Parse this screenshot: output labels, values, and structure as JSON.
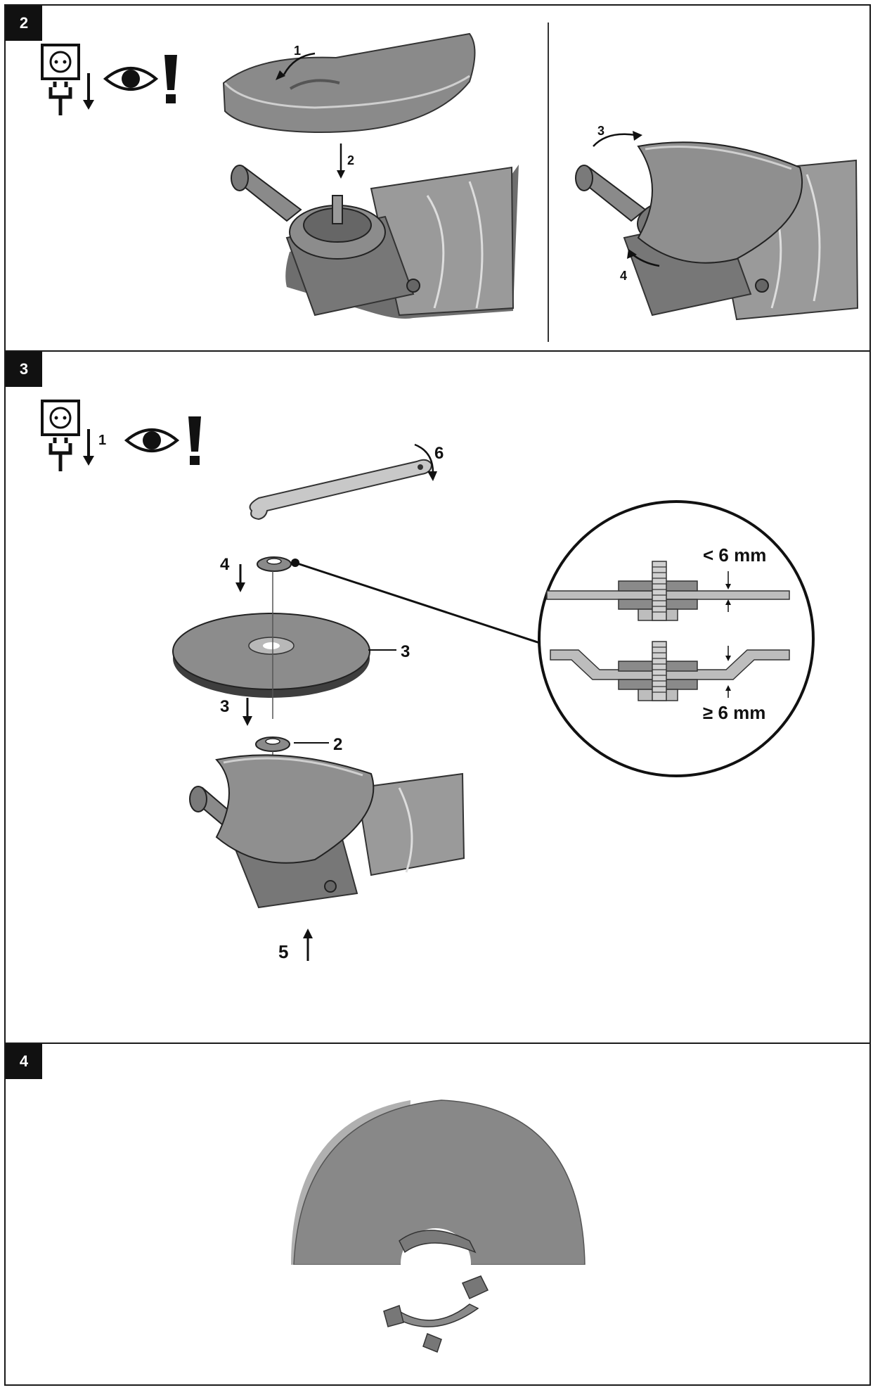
{
  "panels": [
    {
      "number": "2",
      "step_labels": [
        "1",
        "2",
        "3",
        "4"
      ]
    },
    {
      "number": "3",
      "step_labels": [
        "1",
        "6",
        "4",
        "3",
        "3",
        "2",
        "5"
      ],
      "detail": {
        "upper": "< 6 mm",
        "lower": "≥ 6 mm"
      }
    },
    {
      "number": "4"
    }
  ],
  "icons": [
    "power-plug-icon",
    "eye-icon",
    "exclamation-icon"
  ],
  "colors": {
    "ink": "#111111",
    "part_gray": "#8a8a8a",
    "light_gray": "#bdbdbd",
    "shadow": "#5e5e5e"
  }
}
